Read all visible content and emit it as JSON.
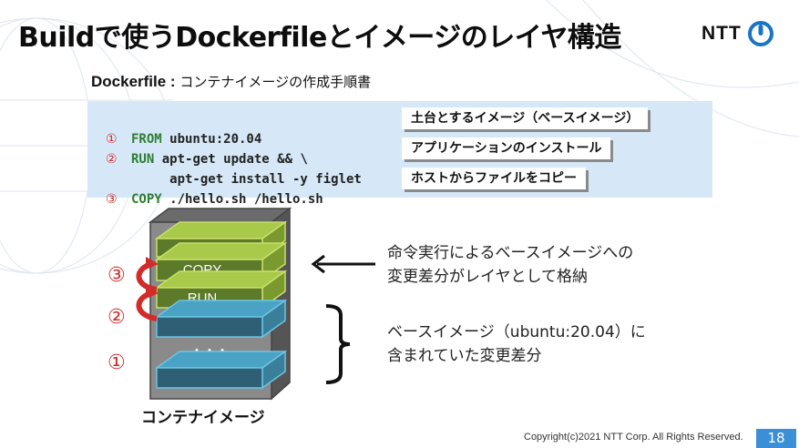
{
  "slide": {
    "title": "Buildで使うDockerfileとイメージのレイヤ構造",
    "subtitle_bold": "Dockerfile :",
    "subtitle_rest": " コンテナイメージの作成手順書",
    "logo_text": "NTT"
  },
  "code": {
    "lines": [
      {
        "num": "①",
        "kw": "FROM",
        "rest": " ubuntu:20.04"
      },
      {
        "num": "②",
        "kw": "RUN",
        "rest": " apt-get update && \\"
      },
      {
        "num": "",
        "kw": "",
        "rest": "     apt-get install -y figlet"
      },
      {
        "num": "③",
        "kw": "COPY",
        "rest": " ./hello.sh /hello.sh"
      }
    ]
  },
  "notes": [
    "土台とするイメージ（ベースイメージ）",
    "アプリケーションのインストール",
    "ホストからファイルをコピー"
  ],
  "diagram": {
    "layers": {
      "copy": "COPY",
      "run": "RUN",
      "base": "・・・"
    },
    "step_numbers": [
      "③",
      "②",
      "①"
    ],
    "top_caption": [
      "命令実行によるベースイメージへの",
      "変更差分がレイヤとして格納"
    ],
    "bottom_caption": [
      "ベースイメージ（ubuntu:20.04）に",
      "含まれていた変更差分"
    ],
    "stack_label": "コンテナイメージ"
  },
  "footer": {
    "copyright": "Copyright(c)2021 NTT Corp. All Rights Reserved.",
    "page": "18"
  },
  "colors": {
    "accent": "#3a8fd6",
    "layer_green": "#5c7a2a",
    "layer_green_light": "#a9c94a",
    "layer_teal": "#2e5f74",
    "layer_teal_light": "#4aa3c4",
    "red": "#d32a2a"
  }
}
